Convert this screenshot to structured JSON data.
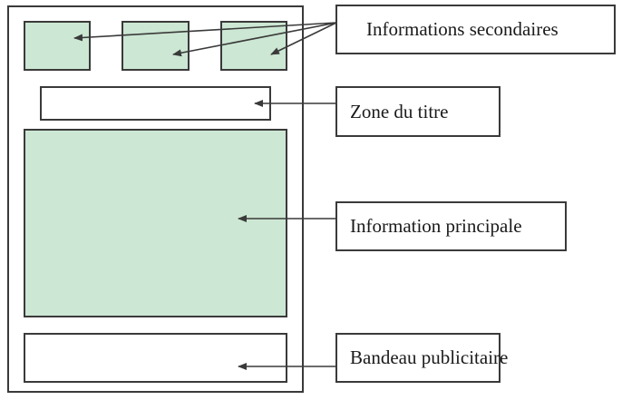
{
  "diagram": {
    "title": "Page layout zones",
    "zones": [
      {
        "id": "secondary-1",
        "type": "secondary"
      },
      {
        "id": "secondary-2",
        "type": "secondary"
      },
      {
        "id": "secondary-3",
        "type": "secondary"
      },
      {
        "id": "title",
        "type": "title"
      },
      {
        "id": "main",
        "type": "main"
      },
      {
        "id": "banner",
        "type": "banner"
      }
    ],
    "labels": {
      "secondary": "Informations secondaires",
      "title": "Zone du titre",
      "main": "Information principale",
      "banner": "Bandeau publicitaire"
    },
    "colors": {
      "zone_fill": "#cce7d3",
      "stroke": "#3a3a3a"
    }
  }
}
